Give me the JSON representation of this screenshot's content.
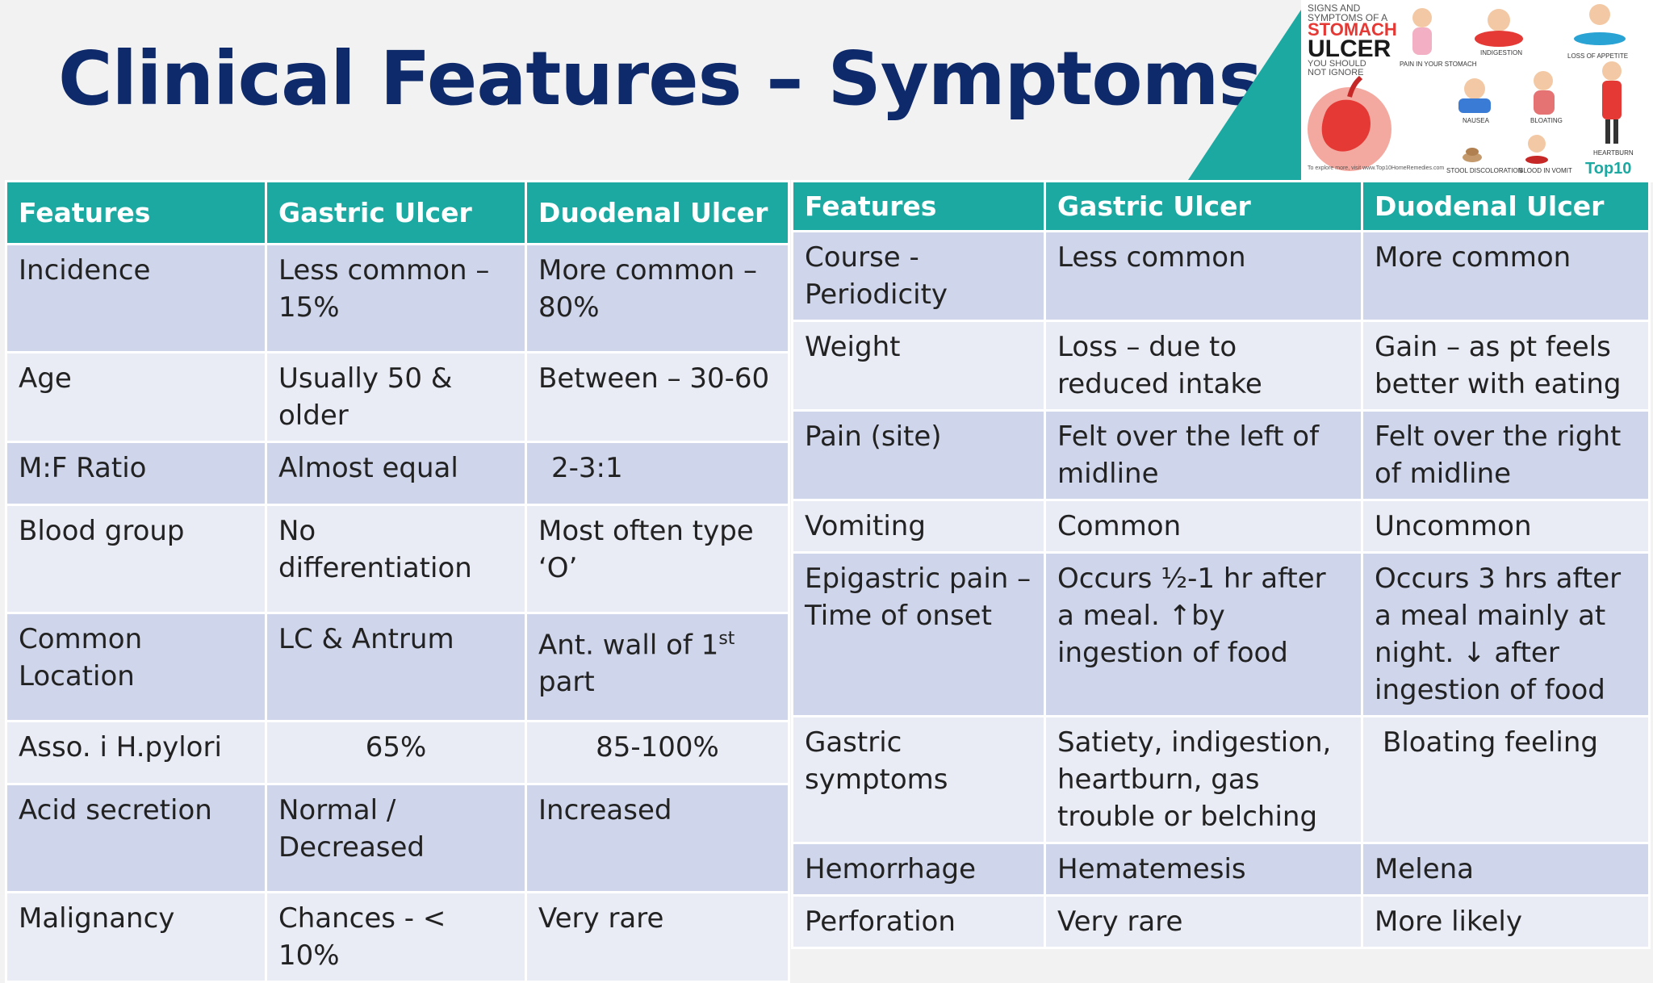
{
  "slide": {
    "title": "Clinical Features – Symptoms"
  },
  "infographic": {
    "line1": "SIGNS AND",
    "line2": "SYMPTOMS OF A",
    "stomach": "STOMACH",
    "ulcer": "ULCER",
    "you_should": "YOU SHOULD",
    "not_ignore": "NOT IGNORE",
    "lbl_pain": "PAIN IN YOUR STOMACH",
    "lbl_indigestion": "INDIGESTION",
    "lbl_appetite": "LOSS OF APPETITE",
    "lbl_nausea": "NAUSEA",
    "lbl_bloating": "BLOATING",
    "lbl_heartburn": "HEARTBURN",
    "lbl_stool": "STOOL DISCOLORATION",
    "lbl_blood": "BLOOD IN VOMIT",
    "explore": "To explore more, visit www.Top10HomeRemedies.com",
    "logo": "Top10",
    "colors": {
      "accent": "#e53935",
      "brand": "#1ca9a2"
    }
  },
  "left_table": {
    "headers": [
      "Features",
      "Gastric Ulcer",
      "Duodenal Ulcer"
    ],
    "rows": [
      {
        "feature": "Incidence",
        "gastric": "Less common – 15%",
        "duodenal": "More common – 80%"
      },
      {
        "feature": "Age",
        "gastric": "Usually 50 & older",
        "duodenal": "Between – 30-60"
      },
      {
        "feature": "M:F Ratio",
        "gastric": "Almost equal",
        "duodenal": "2-3:1"
      },
      {
        "feature": "Blood group",
        "gastric": "No differentiation",
        "duodenal": "Most often type ‘O’"
      },
      {
        "feature": "Common Location",
        "gastric": "LC & Antrum",
        "duodenal_pre": "Ant. wall of 1",
        "duodenal_sup": "st",
        "duodenal_post": " part"
      },
      {
        "feature": "Asso. i H.pylori",
        "gastric": "65%",
        "duodenal": "85-100%"
      },
      {
        "feature": "Acid secretion",
        "gastric": "Normal / Decreased",
        "duodenal": "Increased"
      },
      {
        "feature": "Malignancy",
        "gastric": "Chances - < 10%",
        "duodenal": "Very rare"
      }
    ]
  },
  "right_table": {
    "headers": [
      "Features",
      "Gastric Ulcer",
      "Duodenal Ulcer"
    ],
    "rows": [
      {
        "feature": "Course - Periodicity",
        "gastric": "Less common",
        "duodenal": "More common"
      },
      {
        "feature": "Weight",
        "gastric": "Loss – due to reduced intake",
        "duodenal": "Gain – as pt feels better with eating"
      },
      {
        "feature": "Pain (site)",
        "gastric": "Felt over the left of midline",
        "duodenal": "Felt over the right of midline"
      },
      {
        "feature": "Vomiting",
        "gastric": "Common",
        "duodenal": "Uncommon"
      },
      {
        "feature": "Epigastric pain – Time of onset",
        "gastric": "Occurs ½-1 hr after a meal. ↑by ingestion of food",
        "duodenal": "Occurs 3 hrs after a meal mainly at night. ↓ after ingestion of food"
      },
      {
        "feature": "Gastric symptoms",
        "gastric": "Satiety, indigestion, heartburn, gas trouble or belching",
        "duodenal": "Bloating feeling"
      },
      {
        "feature": "Hemorrhage",
        "gastric": "Hematemesis",
        "duodenal": "Melena"
      },
      {
        "feature": "Perforation",
        "gastric": "Very rare",
        "duodenal": "More likely"
      }
    ]
  }
}
